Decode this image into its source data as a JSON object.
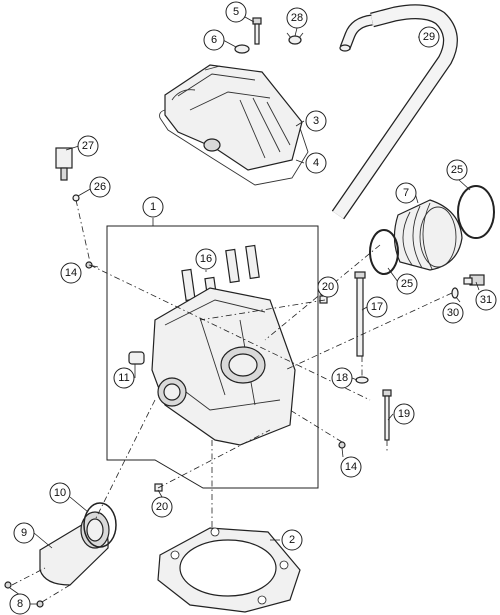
{
  "callouts": [
    {
      "id": "c1",
      "label": "1"
    },
    {
      "id": "c2",
      "label": "2"
    },
    {
      "id": "c3",
      "label": "3"
    },
    {
      "id": "c4",
      "label": "4"
    },
    {
      "id": "c5",
      "label": "5"
    },
    {
      "id": "c6",
      "label": "6"
    },
    {
      "id": "c7",
      "label": "7"
    },
    {
      "id": "c8",
      "label": "8"
    },
    {
      "id": "c9",
      "label": "9"
    },
    {
      "id": "c10",
      "label": "10"
    },
    {
      "id": "c11",
      "label": "11"
    },
    {
      "id": "c14a",
      "label": "14"
    },
    {
      "id": "c14b",
      "label": "14"
    },
    {
      "id": "c16",
      "label": "16"
    },
    {
      "id": "c17",
      "label": "17"
    },
    {
      "id": "c18",
      "label": "18"
    },
    {
      "id": "c19",
      "label": "19"
    },
    {
      "id": "c20a",
      "label": "20"
    },
    {
      "id": "c20b",
      "label": "20"
    },
    {
      "id": "c25a",
      "label": "25"
    },
    {
      "id": "c25b",
      "label": "25"
    },
    {
      "id": "c26",
      "label": "26"
    },
    {
      "id": "c27",
      "label": "27"
    },
    {
      "id": "c28",
      "label": "28"
    },
    {
      "id": "c29",
      "label": "29"
    },
    {
      "id": "c30",
      "label": "30"
    },
    {
      "id": "c31",
      "label": "31"
    }
  ]
}
